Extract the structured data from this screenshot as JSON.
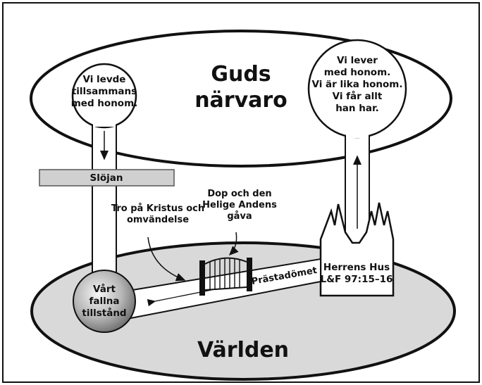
{
  "heaven": {
    "line1": "Guds",
    "line2": "närvaro"
  },
  "world": {
    "label": "Världen"
  },
  "left_bubble": {
    "lines": [
      "Vi levde",
      "tillsammans",
      "med honom."
    ]
  },
  "right_bubble": {
    "lines": [
      "Vi lever",
      "med honom.",
      "Vi är lika honom.",
      "Vi får allt",
      "han har."
    ]
  },
  "veil": {
    "label": "Slöjan"
  },
  "fallen": {
    "lines": [
      "Vårt",
      "fallna",
      "tillstånd"
    ]
  },
  "faith": {
    "lines": [
      "Tro på Kristus och",
      "omvändelse"
    ]
  },
  "baptism": {
    "lines": [
      "Dop och den",
      "Helige Andens",
      "gåva"
    ]
  },
  "priesthood": {
    "label": "Prästadömet"
  },
  "temple": {
    "lines": [
      "Herrens Hus",
      "L&F 97:15–16"
    ]
  },
  "colors": {
    "border": "#111111",
    "world_fill": "#d9d9d9",
    "veil_fill": "#d0d0d0",
    "background": "#ffffff"
  }
}
